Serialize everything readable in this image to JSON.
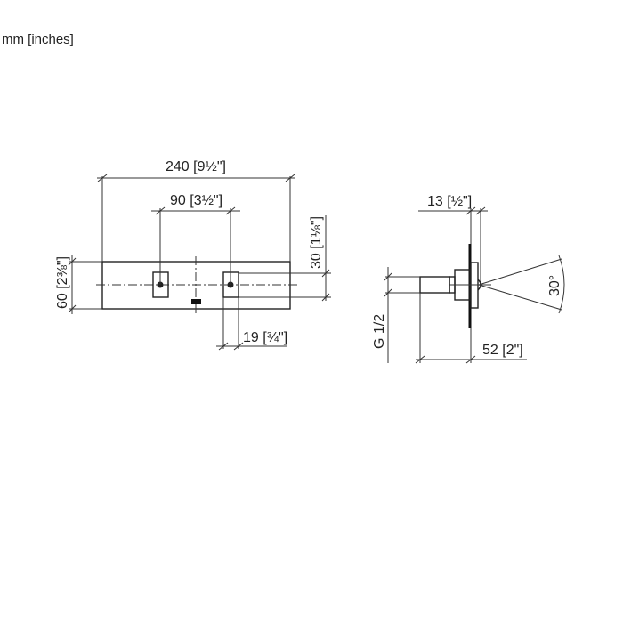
{
  "units_label": "mm [inches]",
  "front_view": {
    "width_dim": "240 [9½\"]",
    "spacing_dim": "90 [3½\"]",
    "height_dim": "60 [2⅜\"]",
    "element_height_dim": "30 [1⅛\"]",
    "element_width_dim": "19 [¾\"]"
  },
  "side_view": {
    "plate_dim": "13 [½\"]",
    "thread_dim": "G 1/2",
    "depth_dim": "52 [2\"]",
    "spray_angle": "30°"
  }
}
